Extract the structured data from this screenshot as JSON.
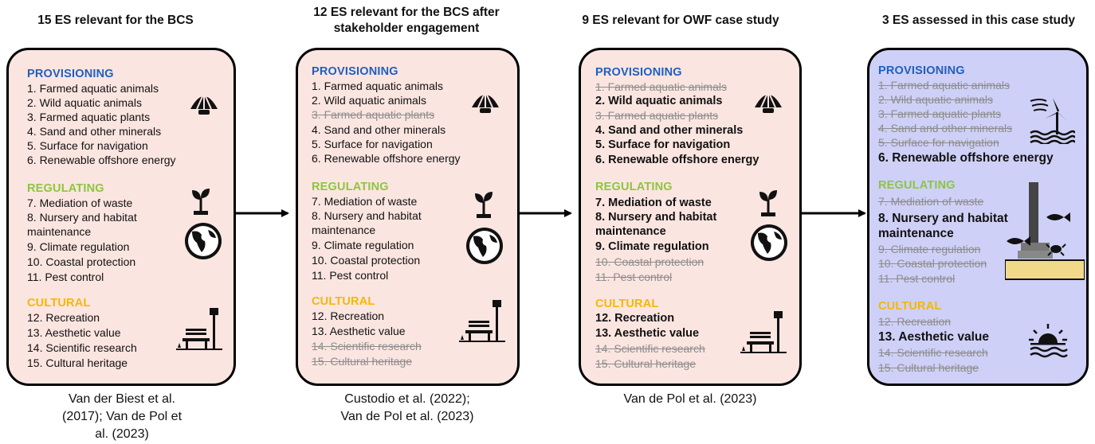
{
  "titles": [
    "15 ES relevant for the BCS",
    "12 ES relevant for the BCS after",
    "stakeholder engagement",
    "9 ES relevant for OWF case study",
    "3 ES assessed in this case study"
  ],
  "sections": {
    "provisioning": "PROVISIONING",
    "regulating": "REGULATING",
    "cultural": "CULTURAL"
  },
  "panel1": {
    "prov": [
      "1. Farmed aquatic animals",
      "2. Wild aquatic animals",
      "3. Farmed aquatic plants",
      "4. Sand and other minerals",
      "5. Surface for navigation",
      "6. Renewable offshore energy"
    ],
    "reg": [
      "7. Mediation of waste",
      "8. Nursery and habitat",
      "maintenance",
      "9. Climate regulation",
      "10. Coastal protection",
      "11. Pest control"
    ],
    "cult": [
      "12. Recreation",
      "13. Aesthetic value",
      "14. Scientific research",
      "15. Cultural heritage"
    ]
  },
  "panel2": {
    "prov": [
      "1. Farmed aquatic animals",
      "2. Wild aquatic animals",
      "3. Farmed aquatic plants",
      "4. Sand and other minerals",
      "5. Surface for navigation",
      "6. Renewable offshore energy"
    ],
    "reg": [
      "7. Mediation of waste",
      "8. Nursery and habitat",
      "maintenance",
      "9. Climate regulation",
      "10. Coastal protection",
      "11. Pest control"
    ],
    "cult": [
      "12. Recreation",
      "13. Aesthetic value",
      "14. Scientific research",
      "15. Cultural heritage"
    ]
  },
  "panel3": {
    "prov": [
      "1. Farmed aquatic animals",
      "2. Wild aquatic animals",
      "3. Farmed aquatic plants",
      "4. Sand and other minerals",
      "5. Surface for navigation",
      "6. Renewable offshore energy"
    ],
    "reg": [
      "7. Mediation of waste",
      "8. Nursery and habitat",
      "maintenance",
      "9. Climate regulation",
      "10. Coastal protection",
      "11. Pest control"
    ],
    "cult": [
      "12. Recreation",
      "13. Aesthetic value",
      "14. Scientific research",
      "15. Cultural heritage"
    ]
  },
  "panel4": {
    "prov": [
      "1. Farmed aquatic animals",
      "2. Wild aquatic animals",
      "3. Farmed aquatic plants",
      "4. Sand and other minerals",
      "5. Surface for navigation",
      "6. Renewable offshore energy"
    ],
    "reg": [
      "7. Mediation of waste",
      "8. Nursery and habitat",
      "maintenance",
      "9. Climate regulation",
      "10. Coastal protection",
      "11. Pest control"
    ],
    "cult": [
      "12. Recreation",
      "13. Aesthetic value",
      "14. Scientific research",
      "15. Cultural heritage"
    ]
  },
  "citations": {
    "c1": [
      "Van der Biest et al.",
      "(2017); Van de Pol et",
      "al. (2023)"
    ],
    "c2": [
      "Custodio et al. (2022);",
      "Van de Pol et al. (2023)"
    ],
    "c3": [
      "Van de Pol et al. (2023)"
    ]
  },
  "icons": [
    "shell-icon",
    "sprout-icon",
    "globe-icon",
    "park-bench-icon",
    "wind-turbine-icon",
    "foundation-fish-icon",
    "sunset-icon"
  ],
  "colors": {
    "provisioning": "#1f5fbf",
    "regulating": "#8cc63f",
    "cultural": "#f5b800",
    "panel_pink": "#fbe5e1",
    "panel_blue": "#cfd0f7"
  }
}
